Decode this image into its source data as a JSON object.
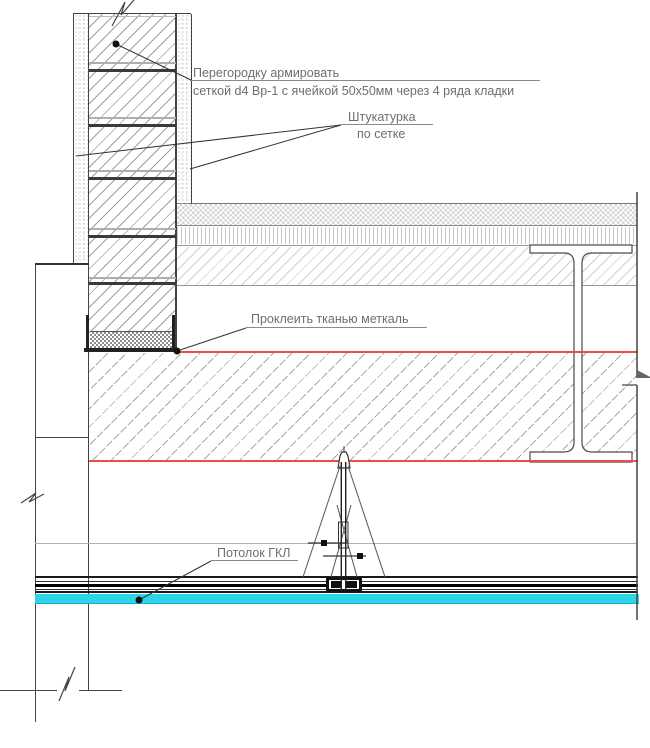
{
  "annotations": {
    "reinforce": {
      "line1": "Перегородку армировать",
      "line2": "сеткой d4 Вр-1 с ячейкой 50х50мм через 4 ряда кладки"
    },
    "plaster": {
      "line1": "Штукатурка",
      "line2": "по сетке"
    },
    "fabric": {
      "label": "Проклеить тканью меткаль"
    },
    "ceiling": {
      "label": "Потолок ГКЛ"
    }
  },
  "colors": {
    "red_line": "#f04a4a",
    "cyan_band": "#2ed5e8",
    "cyan_edge": "#12aec4"
  }
}
